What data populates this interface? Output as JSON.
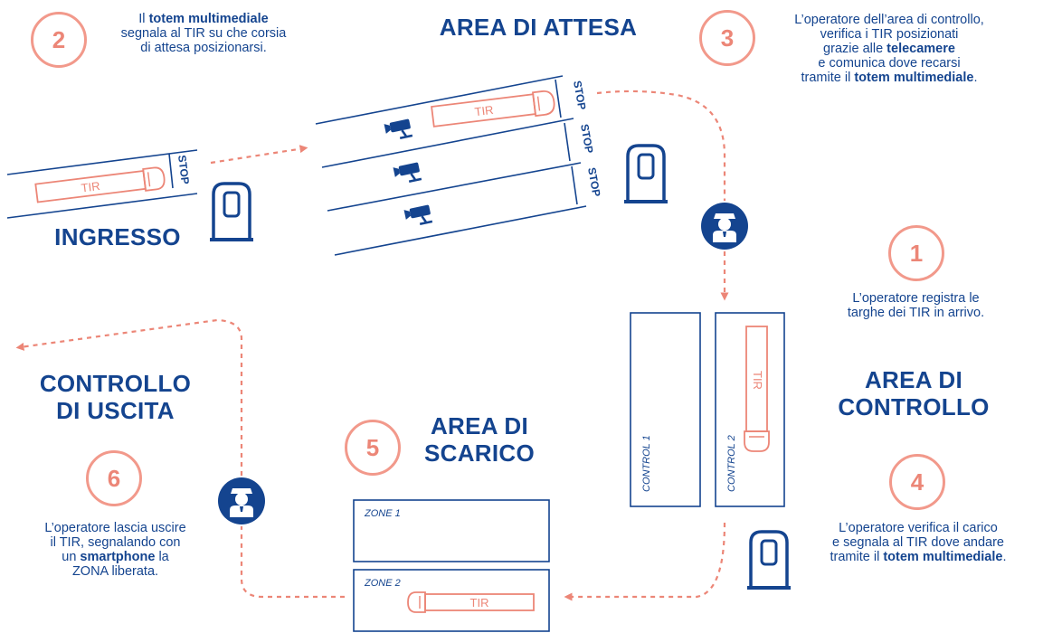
{
  "titles": {
    "attesa": "AREA DI ATTESA",
    "ingresso": "INGRESSO",
    "controllo_line1": "AREA DI",
    "controllo_line2": "CONTROLLO",
    "scarico_line1": "AREA DI",
    "scarico_line2": "SCARICO",
    "uscita_line1": "CONTROLLO",
    "uscita_line2": "DI USCITA"
  },
  "steps": {
    "s1": {
      "number": "1",
      "segments": [
        {
          "t": "L’operatore registra le",
          "b": false
        },
        {
          "t": "targhe dei TIR in arrivo.",
          "b": false,
          "br": true
        }
      ]
    },
    "s2": {
      "number": "2",
      "segments": [
        {
          "t": "Il ",
          "b": false
        },
        {
          "t": "totem multimediale",
          "b": true
        },
        {
          "t": "segnala al TIR su che corsia",
          "b": false,
          "br": true
        },
        {
          "t": "di attesa posizionarsi.",
          "b": false,
          "br": true
        }
      ]
    },
    "s3": {
      "number": "3",
      "segments": [
        {
          "t": "L’operatore dell’area di controllo,",
          "b": false
        },
        {
          "t": "verifica i TIR posizionati",
          "b": false,
          "br": true
        },
        {
          "t": "grazie alle ",
          "b": false,
          "br": true
        },
        {
          "t": "telecamere",
          "b": true
        },
        {
          "t": "e comunica dove recarsi",
          "b": false,
          "br": true
        },
        {
          "t": "tramite il ",
          "b": false,
          "br": true
        },
        {
          "t": "totem multimediale",
          "b": true
        },
        {
          "t": ".",
          "b": false
        }
      ]
    },
    "s4": {
      "number": "4",
      "segments": [
        {
          "t": "L’operatore verifica il carico",
          "b": false
        },
        {
          "t": "e segnala al TIR dove andare",
          "b": false,
          "br": true
        },
        {
          "t": "tramite il ",
          "b": false,
          "br": true
        },
        {
          "t": "totem multimediale",
          "b": true
        },
        {
          "t": ".",
          "b": false
        }
      ]
    },
    "s5": {
      "number": "5"
    },
    "s6": {
      "number": "6",
      "segments": [
        {
          "t": "L’operatore lascia uscire",
          "b": false
        },
        {
          "t": "il TIR, segnalando con",
          "b": false,
          "br": true
        },
        {
          "t": "un ",
          "b": false,
          "br": true
        },
        {
          "t": "smartphone",
          "b": true
        },
        {
          "t": " la",
          "b": false
        },
        {
          "t": "ZONA liberata.",
          "b": false,
          "br": true
        }
      ]
    }
  },
  "labels": {
    "tir": "TIR",
    "stop": "STOP",
    "control1": "CONTROL 1",
    "control2": "CONTROL 2",
    "zone1": "ZONE 1",
    "zone2": "ZONE 2"
  },
  "colors": {
    "navy": "#14448f",
    "salmon": "#ec8677",
    "salmon_light": "#f2998b"
  },
  "icons": [
    "security-camera-icon",
    "totem-icon",
    "operator-icon",
    "truck-icon",
    "flow-arrow-icon"
  ]
}
